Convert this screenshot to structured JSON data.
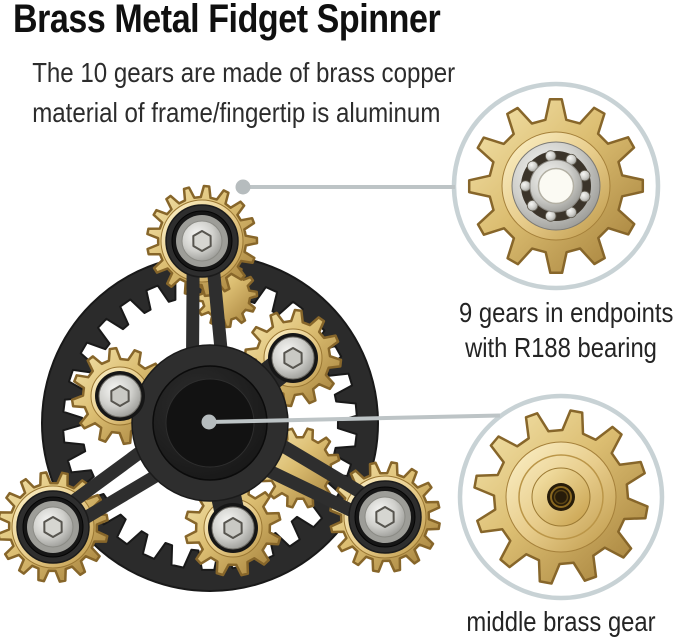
{
  "title": "Brass Metal Fidget Spinner",
  "subtitle": {
    "line1": "The 10 gears are made of brass copper",
    "line2": "material of frame/fingertip is aluminum"
  },
  "callouts": {
    "endpoint": {
      "line1": "9 gears in endpoints",
      "line2": "with R188 bearing"
    },
    "middle": {
      "label": "middle brass gear"
    }
  },
  "figure": {
    "subject": "brass gear fidget spinner",
    "brass_color": "#dcbe72",
    "frame_color": "#2e2e2e",
    "callout_ring_color": "#c8d2d5",
    "callout_line_color": "#bdc4c6",
    "background": "#ffffff"
  }
}
